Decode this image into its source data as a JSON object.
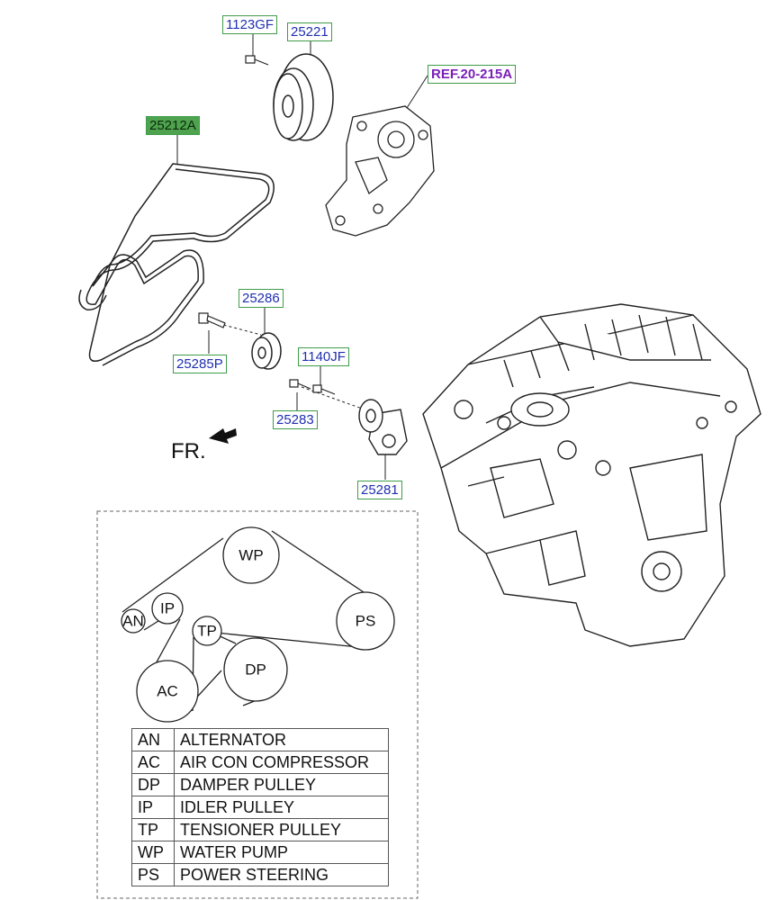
{
  "callouts": {
    "c1123GF": "1123GF",
    "c25221": "25221",
    "ref": "REF.20-215A",
    "c25212A": "25212A",
    "c25286": "25286",
    "c25285P": "25285P",
    "c1140JF": "1140JF",
    "c25283": "25283",
    "c25281": "25281"
  },
  "direction_label": "FR.",
  "belt_routing": {
    "pulleys": [
      "WP",
      "IP",
      "AN",
      "TP",
      "DP",
      "PS",
      "AC"
    ]
  },
  "legend": [
    {
      "code": "AN",
      "name": "ALTERNATOR"
    },
    {
      "code": "AC",
      "name": "AIR CON COMPRESSOR"
    },
    {
      "code": "DP",
      "name": "DAMPER PULLEY"
    },
    {
      "code": "IP",
      "name": "IDLER PULLEY"
    },
    {
      "code": "TP",
      "name": "TENSIONER PULLEY"
    },
    {
      "code": "WP",
      "name": "WATER PUMP"
    },
    {
      "code": "PS",
      "name": "POWER STEERING"
    }
  ],
  "colors": {
    "callout_border": "#3f9d4a",
    "callout_text": "#1f2fb0",
    "ref_text": "#7a1fb8",
    "highlight_fill": "#4fa34f"
  }
}
